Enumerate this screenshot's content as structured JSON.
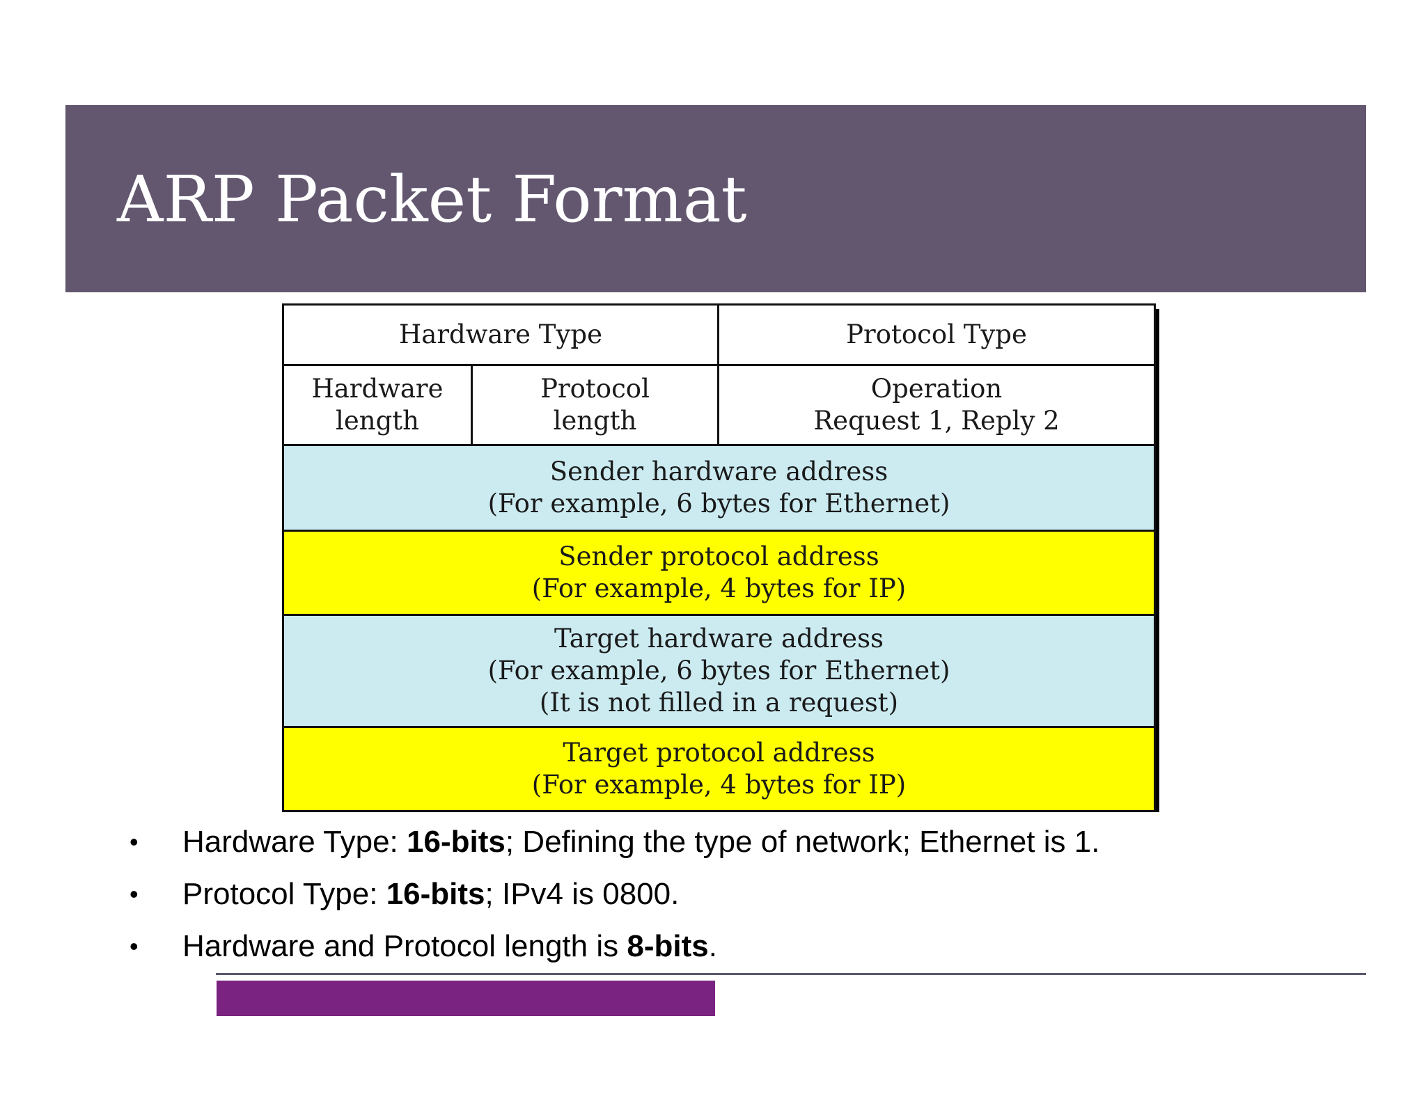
{
  "slide": {
    "title": "ARP Packet Format"
  },
  "packet_format": {
    "hardware_type": "Hardware Type",
    "protocol_type": "Protocol Type",
    "hardware_length": [
      "Hardware",
      "length"
    ],
    "protocol_length": [
      "Protocol",
      "length"
    ],
    "operation": [
      "Operation",
      "Request 1, Reply 2"
    ],
    "sender_hardware_address": [
      "Sender hardware address",
      "(For example, 6 bytes for Ethernet)"
    ],
    "sender_protocol_address": [
      "Sender protocol address",
      "(For example, 4 bytes for IP)"
    ],
    "target_hardware_address": [
      "Target hardware address",
      "(For example, 6 bytes for Ethernet)",
      "(It is not filled in a request)"
    ],
    "target_protocol_address": [
      "Target protocol address",
      "(For example, 4 bytes for IP)"
    ]
  },
  "bullets": [
    {
      "marker": "•",
      "prefix": "Hardware Type: ",
      "bold": "16-bits",
      "suffix": "; Defining the type of network; Ethernet is 1."
    },
    {
      "marker": "•",
      "prefix": "Protocol Type: ",
      "bold": "16-bits",
      "suffix": "; IPv4 is 0800."
    },
    {
      "marker": "•",
      "prefix": "Hardware and Protocol length is ",
      "bold": "8-bits",
      "suffix": "."
    }
  ],
  "colors": {
    "title_bar": "#635770",
    "address_cyan": "#cbebf1",
    "address_yellow": "#ffff00",
    "footer_accent": "#7b2380"
  }
}
